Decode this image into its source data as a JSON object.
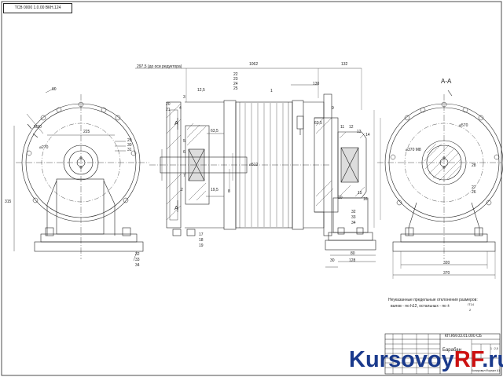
{
  "stamp_code": "ТСВ 0000 1.0.00 ВКН.124",
  "dims": {
    "d1062": "1062",
    "d132_top": "132",
    "d297": "297,5 (до оси редуктора)",
    "d225": "225",
    "d270_left": "⌀270",
    "d315": "315",
    "d12_5": "12,5",
    "d130": "130",
    "d63_5a": "63,5",
    "d63_5b": "63,5",
    "d19_5": "19,5",
    "d512": "⌀512",
    "d320": "320",
    "d370": "370",
    "d30": "30",
    "d80": "80",
    "d128": "128",
    "d60": "60",
    "aa_left_top": "А",
    "aa_left_bot": "А",
    "section": "А-А",
    "m20": "М20",
    "d570": "⌀570",
    "d370r": "⌀370 М8"
  },
  "callouts": {
    "c22": "22",
    "c23": "23",
    "c24": "24",
    "c25": "25",
    "c1": "1",
    "c3": "3",
    "c20": "20",
    "c21": "21",
    "c4": "4",
    "c5": "5",
    "c6": "6",
    "c7": "7",
    "c2": "2",
    "c8": "8",
    "c17": "17",
    "c18": "18",
    "c19": "19",
    "c29": "29",
    "c30": "30",
    "c31": "31",
    "c32l": "32",
    "c33l": "33",
    "c34l": "34",
    "c9": "9",
    "c10": "10",
    "c11": "11",
    "c12": "12",
    "c13": "13",
    "c14": "14",
    "c15": "15",
    "c16": "16",
    "c32r": "32",
    "c33r": "33",
    "c34r": "34",
    "c26": "26",
    "c27": "27",
    "c28": "28"
  },
  "notes": {
    "line1": "Неуказанные предельные отклонения размеров:",
    "line2": "валов - по h12, остальных - по ±",
    "line3": "IT14",
    "line4": "2"
  },
  "title_block": {
    "code": "КП.КМ.03.01.000 СБ",
    "name": "Барабан",
    "sheet": "1 : 2,5",
    "format": "Копировал  Формат А1"
  },
  "watermark": {
    "part1": "Kursovoy",
    "part2": "RF",
    "part3": ".ru"
  },
  "colors": {
    "line": "#222222",
    "watermark_blue": "#1a3a8c",
    "watermark_red": "#cc1010"
  }
}
